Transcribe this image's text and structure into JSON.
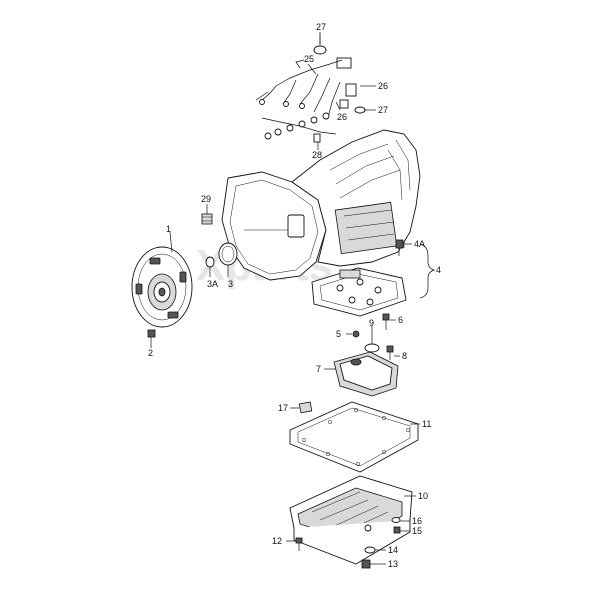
{
  "watermark": "Xparts",
  "callouts": {
    "p1": "1",
    "p2": "2",
    "p3": "3",
    "p3a": "3A",
    "p4": "4",
    "p4a": "4A",
    "p5": "5",
    "p6": "6",
    "p7": "7",
    "p8": "8",
    "p9": "9",
    "p10": "10",
    "p11": "11",
    "p12": "12",
    "p13": "13",
    "p14": "14",
    "p15": "15",
    "p16": "16",
    "p17": "17",
    "p25": "25",
    "p26a": "26",
    "p26b": "26",
    "p27a": "27",
    "p27b": "27",
    "p28": "28",
    "p29": "29"
  },
  "colors": {
    "line": "#111111",
    "shade": "#d9d9d9",
    "dark": "#555555",
    "watermark": "#e6e6e6"
  }
}
